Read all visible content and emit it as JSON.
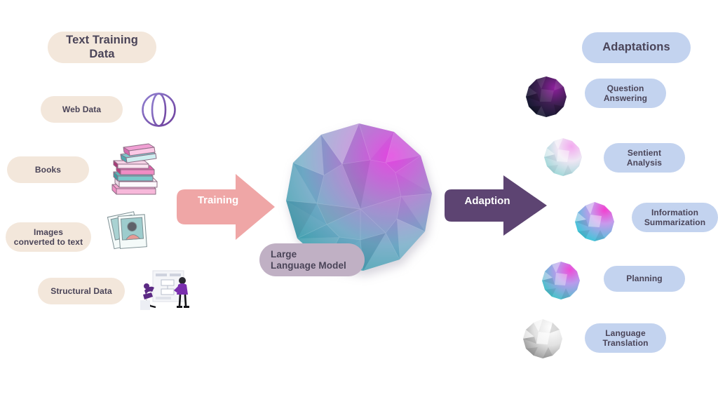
{
  "diagram": {
    "title_left": "Text Training Data",
    "title_right": "Adaptations",
    "center_label_line1": "Large",
    "center_label_line2": "Language Model",
    "arrow_training": "Training",
    "arrow_adaption": "Adaption"
  },
  "inputs": [
    {
      "label": "Web Data",
      "icon": "globe-icon"
    },
    {
      "label": "Books",
      "icon": "books-stack-icon"
    },
    {
      "label_line1": "Images",
      "label_line2": "converted to text",
      "icon": "photos-icon"
    },
    {
      "label": "Structural Data",
      "icon": "people-whiteboard-icon"
    }
  ],
  "outputs": [
    {
      "label_line1": "Question",
      "label_line2": "Answering",
      "gem": "gem-dark-purple"
    },
    {
      "label_line1": "Sentient",
      "label_line2": "Analysis",
      "gem": "gem-pale-pink"
    },
    {
      "label_line1": "Information",
      "label_line2": "Summarization",
      "gem": "gem-magenta-teal"
    },
    {
      "label_line1": "Planning",
      "label_line2": "",
      "gem": "gem-vivid-magenta"
    },
    {
      "label_line1": "Language",
      "label_line2": "Translation",
      "gem": "gem-grey"
    }
  ],
  "colors": {
    "pill_cream": "#f3e7db",
    "pill_blue": "#c3d3ef",
    "pill_mauve": "#c0b0c4",
    "arrow_training": "#efa6a6",
    "arrow_adaption": "#5d4472",
    "text": "#4a4458",
    "background": "#ffffff"
  }
}
